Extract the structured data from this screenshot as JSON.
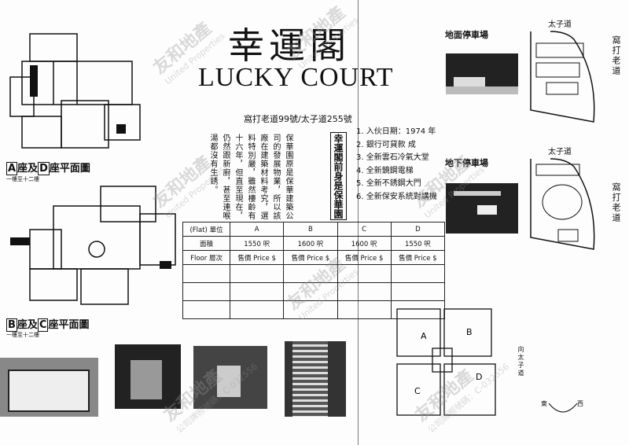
{
  "header": {
    "title_zh": "幸運閣",
    "title_en": "LUCKY COURT",
    "address": "窩打老道99號/太子道255號"
  },
  "intro": {
    "heading": "幸運閣前身是保華園",
    "body": "保華園原是保華建築公司的發展物業，所以該廠在建築材料考究，選料特別嚴，雖然樓齡有十六年，但直至現在，仍然跟新廚，甚至連喉湯都沒有生銹。"
  },
  "features": [
    "1. 入伙日期：1974 年",
    "2. 銀行可貸款 成",
    "3. 全新雲石冷氣大堂",
    "4. 全新鏡鋼電梯",
    "5. 全新不銹鋼大門",
    "6. 全新保安系統對講機"
  ],
  "price_table": {
    "header": [
      "(Flat) 單位",
      "A",
      "B",
      "C",
      "D"
    ],
    "area_row": [
      "面積",
      "1550 呎",
      "1600 呎",
      "1600 呎",
      "1550 呎"
    ],
    "price_row": [
      "Floor 層次",
      "售價 Price $",
      "售價 Price $",
      "售價 Price $",
      "售價 Price $"
    ]
  },
  "floor_plans": {
    "ad": {
      "a": "A",
      "mid": "座及",
      "d": "D",
      "end": "座平面圖",
      "sub": "一樓至十二樓"
    },
    "bc": {
      "b": "B",
      "mid": "座及",
      "c": "C",
      "end": "座平面圖",
      "sub": "一樓至十二樓"
    }
  },
  "parking": {
    "ground_label": "地面停車場",
    "underground_label": "地下停車場",
    "road_top": "太子道",
    "road_side": "窩打老道"
  },
  "site_plan": {
    "facing": "向太子道",
    "east": "東",
    "west": "西",
    "blocks": [
      "A",
      "B",
      "C",
      "D"
    ]
  },
  "watermark": {
    "brand_zh": "友和地產",
    "brand_en": "United Properties",
    "license": "公司牌照號碼：C-032556"
  }
}
